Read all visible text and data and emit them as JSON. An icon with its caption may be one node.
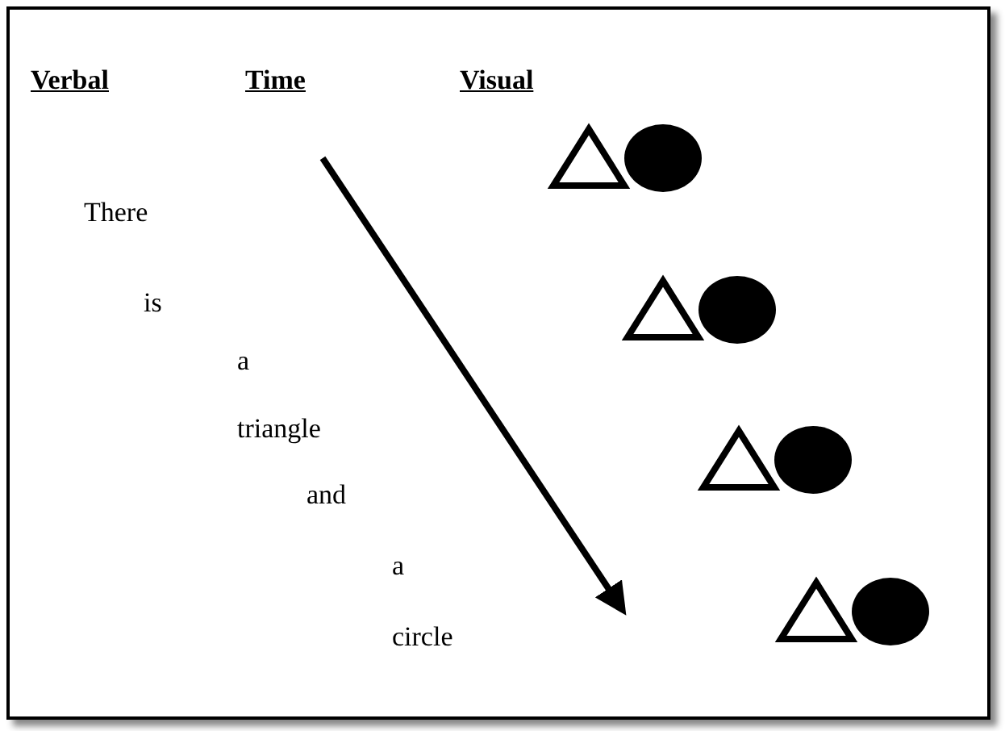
{
  "diagram": {
    "labels": [
      "Verbal",
      "Time",
      "Visual",
      "There",
      "is",
      "a",
      "triangle",
      "and",
      "a",
      "circle"
    ]
  }
}
